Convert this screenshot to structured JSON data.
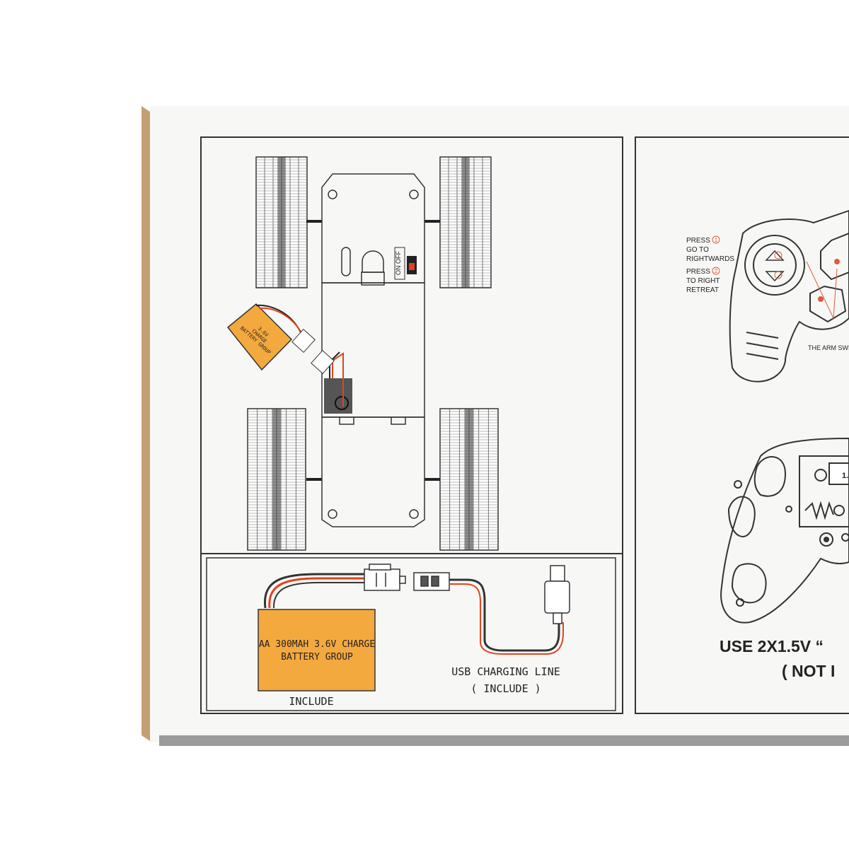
{
  "colors": {
    "background": "#ffffff",
    "box_panel": "#f6f7f5",
    "box_edge": "#bf9a70",
    "battery_orange": "#f4a93e",
    "wire_red": "#e4421e",
    "accent_red": "#e05a3a",
    "line": "#2b2b2b"
  },
  "chassis_panel": {
    "switch_on": "ON",
    "switch_off": "OFF",
    "battery_small_line1": "3.6V",
    "battery_small_line2": "CHARGE",
    "battery_small_line3": "BATTERY GROUP"
  },
  "included_panel": {
    "battery_label_line1": "AA 300MAH  3.6V CHARGE",
    "battery_label_line2": "BATTERY GROUP",
    "battery_caption": "INCLUDE",
    "usb_caption_line1": "USB CHARGING LINE",
    "usb_caption_line2": "( INCLUDE )"
  },
  "controller_panel": {
    "press1_line1": "PRESS",
    "press1_num": "1",
    "press1_line2": "GO TO",
    "press1_line3": "RIGHTWARDS",
    "press2_line1": "PRESS",
    "press2_num": "2",
    "press2_line2": "TO RIGHT",
    "press2_line3": "RETREAT",
    "arm_switch": "THE ARM SWI",
    "battery_use_line1": "USE 2X1.5V “",
    "battery_use_line2": "( NOT I",
    "cell_label": "1."
  }
}
